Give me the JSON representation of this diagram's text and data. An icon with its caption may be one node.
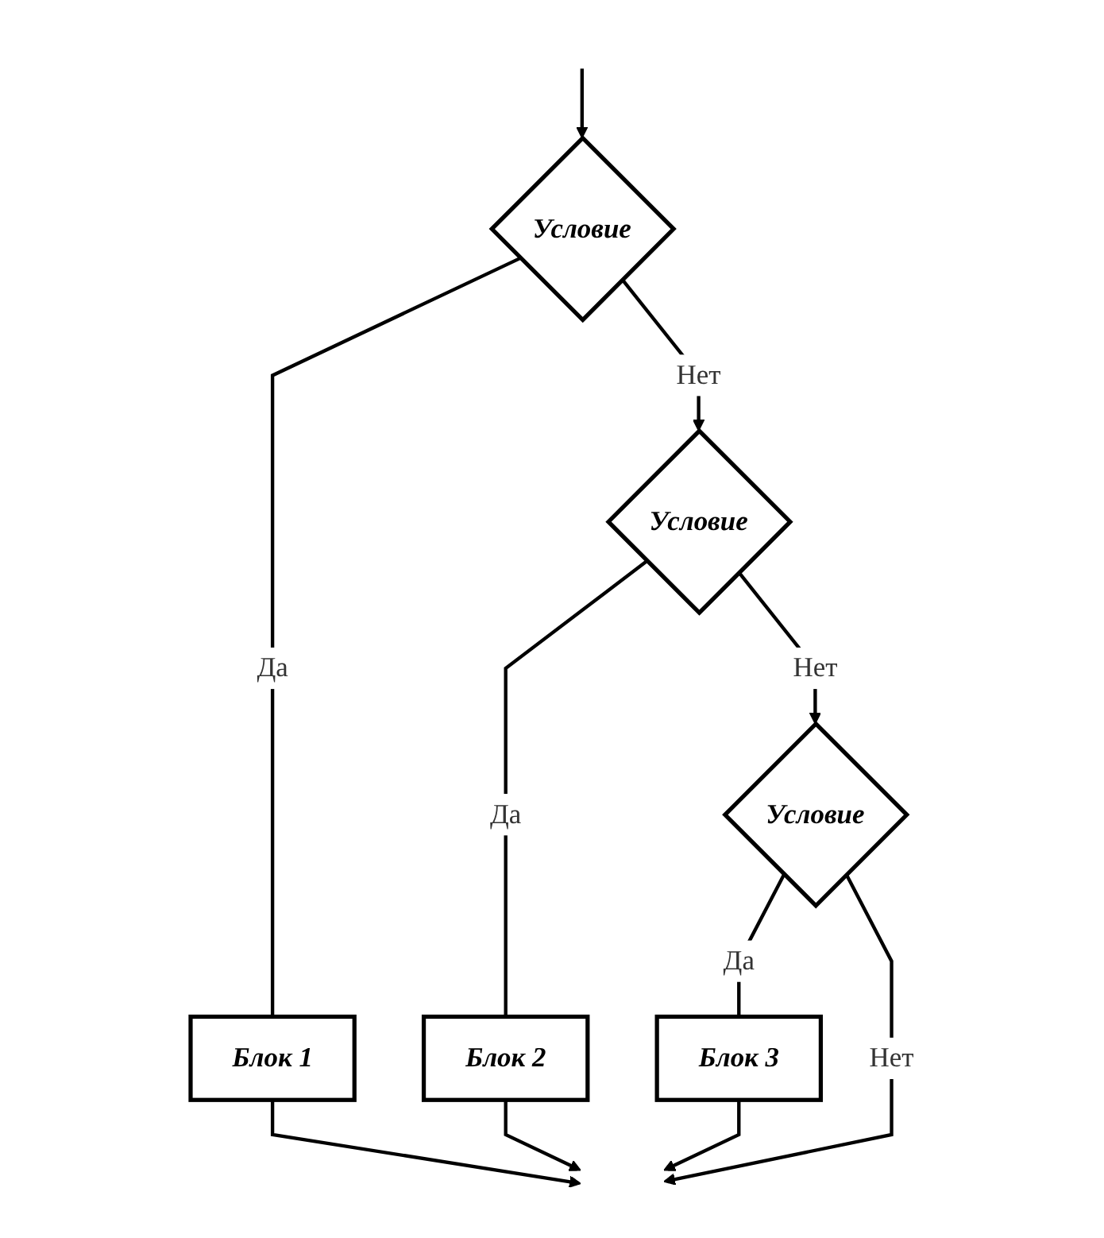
{
  "diagram": {
    "nodes": [
      {
        "text": [
          "Условие"
        ]
      },
      {
        "text": [
          "Блок 1"
        ]
      },
      {
        "text": [
          "Условие"
        ]
      },
      {
        "text": [
          "Блок 2"
        ]
      },
      {
        "text": [
          "Условие"
        ]
      },
      {
        "text": [
          "Блок 3"
        ]
      }
    ],
    "edges": [
      {
        "from": null,
        "to": 0,
        "arrow": "to"
      },
      {
        "from": 0,
        "to": 1,
        "arrow": "none",
        "label": "Да"
      },
      {
        "from": 0,
        "to": 2,
        "arrow": "to",
        "label": "Нет"
      },
      {
        "from": 2,
        "to": 3,
        "arrow": "none",
        "label": "Да"
      },
      {
        "from": 2,
        "to": 4,
        "arrow": "to",
        "label": "Нет"
      },
      {
        "from": 4,
        "to": 5,
        "arrow": "none",
        "label": "Да"
      },
      {
        "from": 1,
        "to": null,
        "arrow": "to"
      },
      {
        "from": 3,
        "to": null,
        "arrow": "to"
      },
      {
        "from": 5,
        "to": null,
        "arrow": "to"
      },
      {
        "from": 4,
        "to": null,
        "arrow": "to",
        "label": "Нет"
      }
    ]
  }
}
